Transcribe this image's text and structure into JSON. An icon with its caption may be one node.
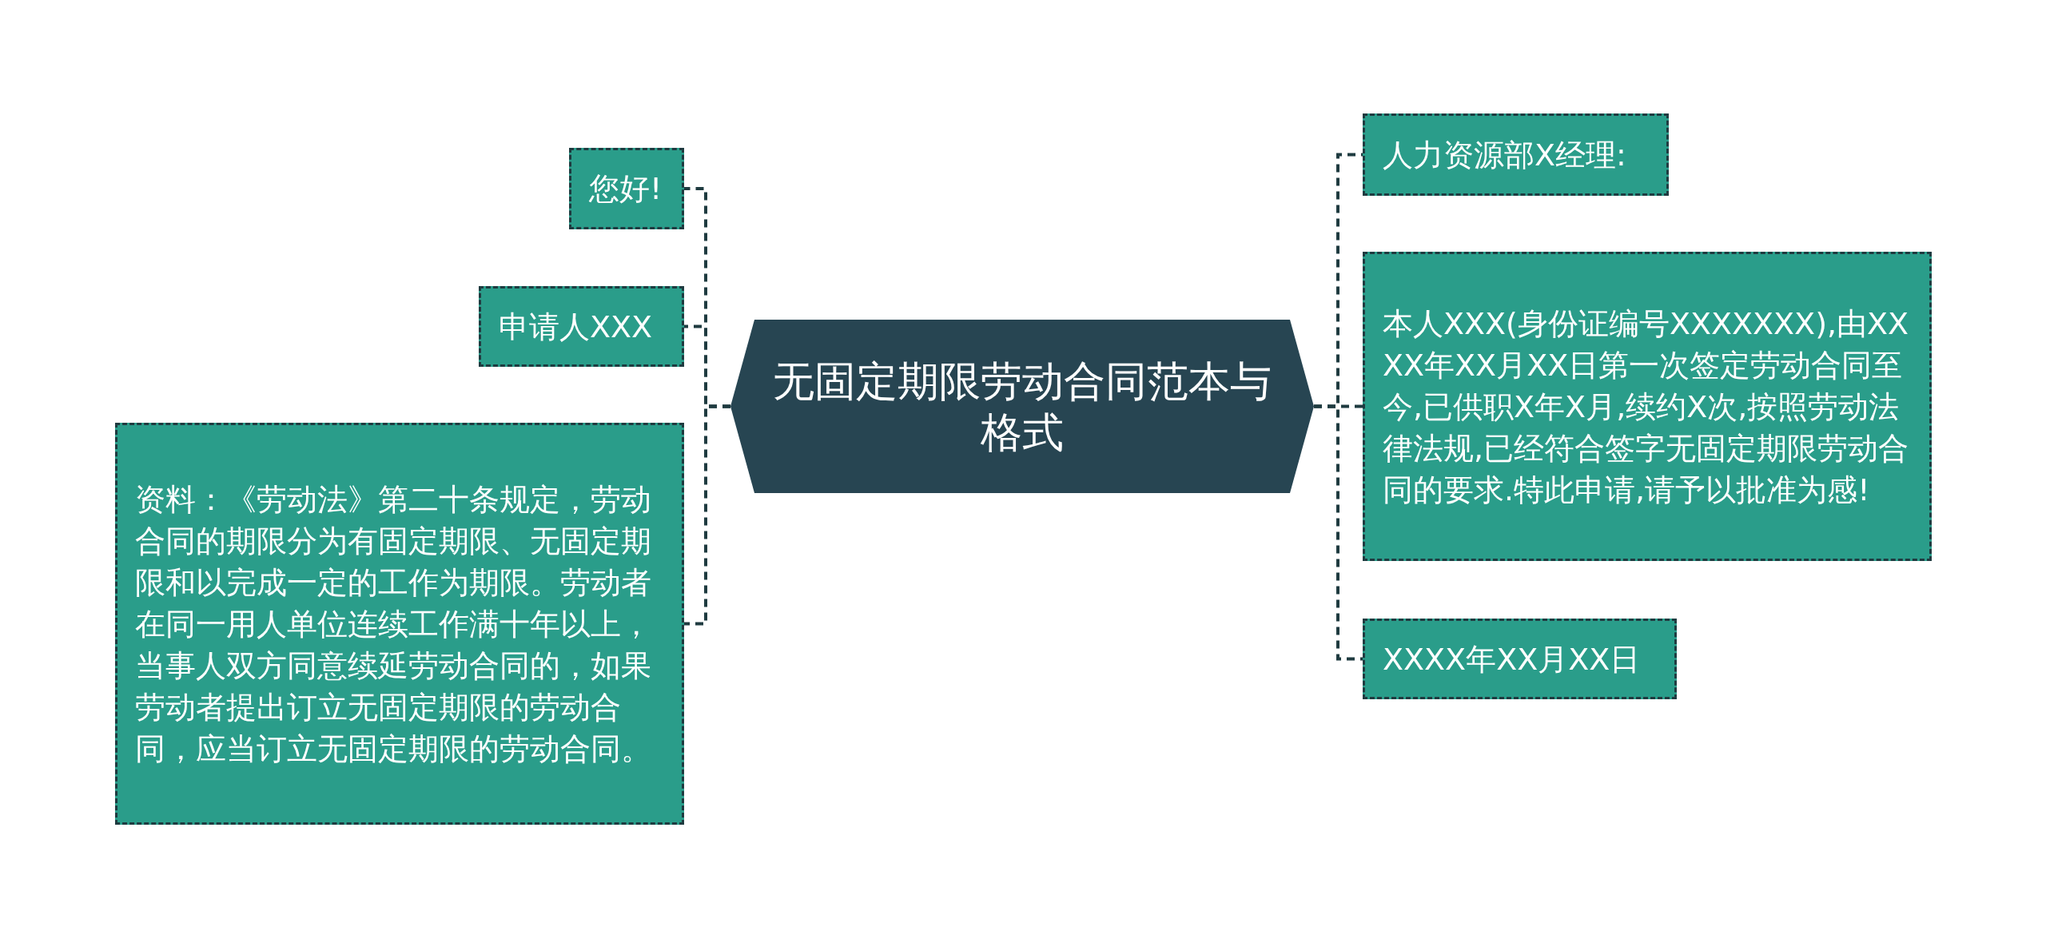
{
  "diagram": {
    "nodes": [
      {
        "text": [
          "无固定期限劳动合同范本与格式"
        ]
      },
      {
        "text": [
          "您好!"
        ]
      },
      {
        "text": [
          "申请人XXX"
        ]
      },
      {
        "text": [
          "资料：《劳动法》第二十条规定，劳动合同的期限分为有固定期限、无固定期限和以完成一定的工作为期限。劳动者在同一用人单位连续工作满十年以上，当事人双方同意续延劳动合同的，如果劳动者提出订立无固定期限的劳动合同，应当订立无固定期限的劳动合同。"
        ]
      },
      {
        "text": [
          "人力资源部X经理:"
        ]
      },
      {
        "text": [
          "本人XXX(身份证编号XXXXXXX),由XXXX年XX月XX日第一次签定劳动合同至今,已供职X年X月,续约X次,按照劳动法律法规,已经符合签字无固定期限劳动合同的要求.特此申请,请予以批准为感!"
        ]
      },
      {
        "text": [
          "XXXX年XX月XX日"
        ]
      }
    ],
    "edges": [
      {
        "from": 0,
        "to": 1,
        "arrow": "none",
        "style": "dashed"
      },
      {
        "from": 0,
        "to": 2,
        "arrow": "none",
        "style": "dashed"
      },
      {
        "from": 0,
        "to": 3,
        "arrow": "none",
        "style": "dashed"
      },
      {
        "from": 0,
        "to": 4,
        "arrow": "none",
        "style": "dashed"
      },
      {
        "from": 0,
        "to": 5,
        "arrow": "none",
        "style": "dashed"
      },
      {
        "from": 0,
        "to": 6,
        "arrow": "none",
        "style": "dashed"
      }
    ]
  }
}
